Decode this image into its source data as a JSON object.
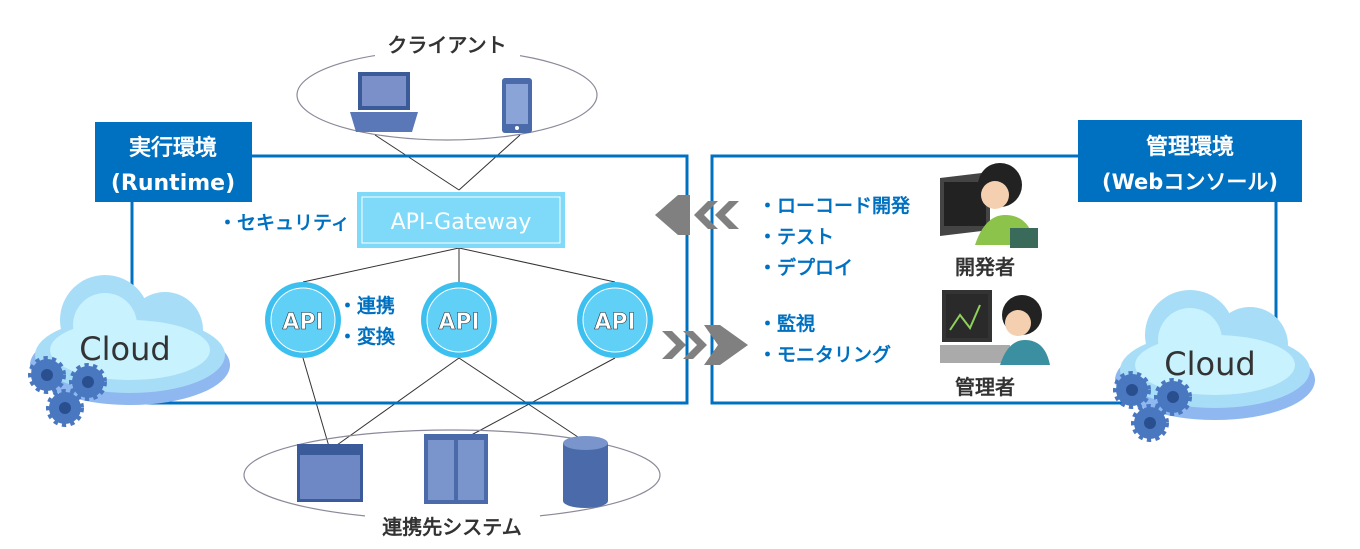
{
  "client": {
    "title": "クライアント"
  },
  "runtime": {
    "label_line1": "実行環境",
    "label_line2": "(Runtime)",
    "gateway": "API-Gateway",
    "security": "・セキュリティ",
    "apis": [
      "API",
      "API",
      "API"
    ],
    "notes": [
      "・連携",
      "・変換"
    ]
  },
  "management": {
    "label_line1": "管理環境",
    "label_line2": "(Webコンソール)",
    "dev_items": [
      "・ローコード開発",
      "・テスト",
      "・デプロイ"
    ],
    "admin_items": [
      "・監視",
      "・モニタリング"
    ],
    "developer": "開発者",
    "admin": "管理者"
  },
  "systems": {
    "title": "連携先システム"
  },
  "clouds": [
    "Cloud",
    "Cloud"
  ],
  "colors": {
    "primary": "#0070c0",
    "api": "#61d0f7",
    "gateway": "#7fd9f8",
    "arrow": "#808080"
  }
}
